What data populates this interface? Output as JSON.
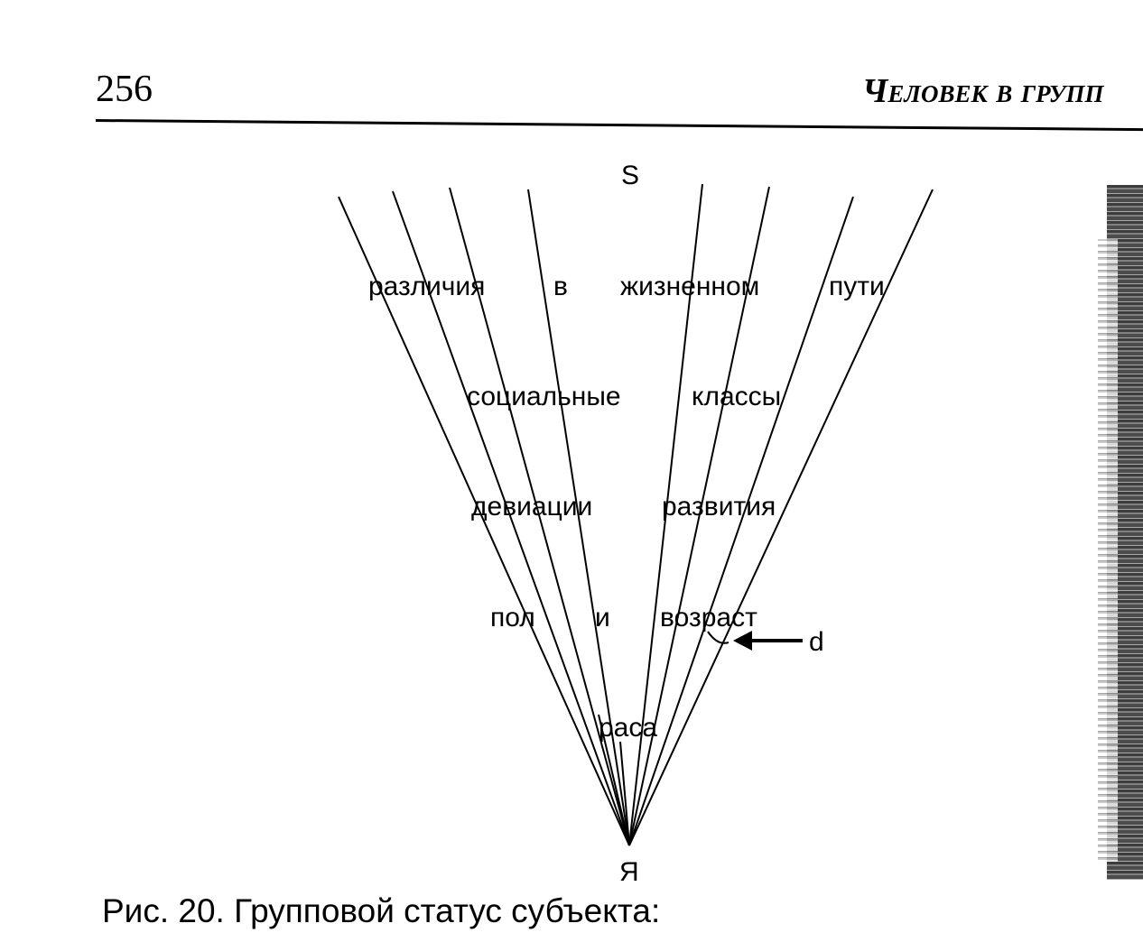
{
  "header": {
    "page_number": "256",
    "running_head": "Человек в групп"
  },
  "figure": {
    "top_label": "S",
    "bottom_label": "Я",
    "pointer_label": "d",
    "rows": [
      {
        "row": "различия в жизненном пути",
        "words": [
          "различия",
          "в",
          "жизненном",
          "пути"
        ]
      },
      {
        "row": "социальные классы",
        "words": [
          "социальные",
          "классы"
        ]
      },
      {
        "row": "девиации развития",
        "words": [
          "девиации",
          "развития"
        ]
      },
      {
        "row": "пол и возраст",
        "words": [
          "пол",
          "и",
          "возраст"
        ]
      },
      {
        "row": "раса",
        "words": [
          "раса"
        ]
      }
    ]
  },
  "caption": "Рис. 20. Групповой статус субъекта:"
}
